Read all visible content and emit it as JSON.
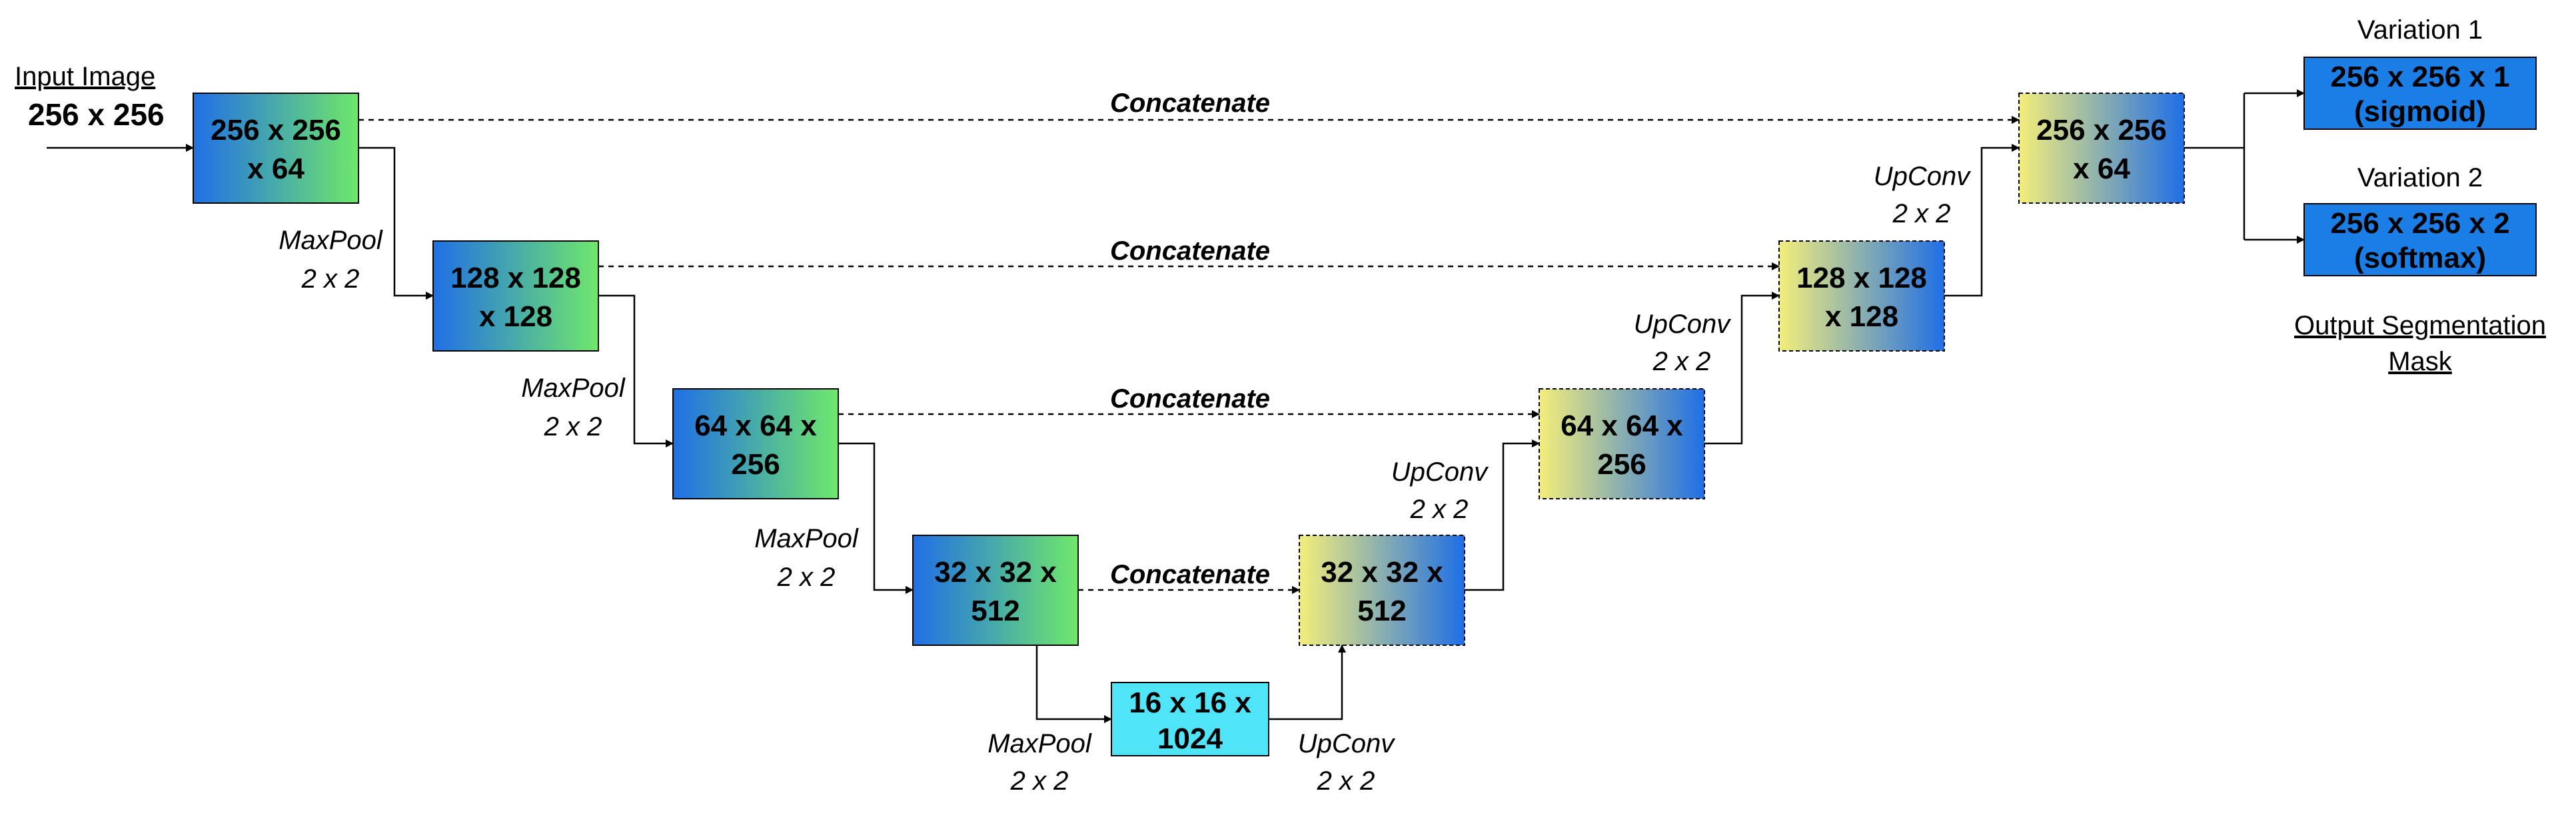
{
  "input": {
    "label": "Input Image",
    "size": "256 x 256"
  },
  "encoder": [
    {
      "line1": "256 x 256",
      "line2": "x 64"
    },
    {
      "line1": "128 x 128",
      "line2": "x 128"
    },
    {
      "line1": "64 x 64 x",
      "line2": "256"
    },
    {
      "line1": "32 x 32 x",
      "line2": "512"
    }
  ],
  "bottleneck": {
    "line1": "16 x 16 x",
    "line2": "1024"
  },
  "decoder": [
    {
      "line1": "32 x 32 x",
      "line2": "512"
    },
    {
      "line1": "64 x 64 x",
      "line2": "256"
    },
    {
      "line1": "128 x 128",
      "line2": "x 128"
    },
    {
      "line1": "256 x 256",
      "line2": "x 64"
    }
  ],
  "ops": {
    "maxpool": "MaxPool",
    "upconv": "UpConv",
    "kernel": "2 x 2",
    "concatenate": "Concatenate"
  },
  "outputs": [
    {
      "title": "Variation 1",
      "line1": "256 x 256 x 1",
      "line2": "(sigmoid)"
    },
    {
      "title": "Variation 2",
      "line1": "256 x 256 x 2",
      "line2": "(softmax)"
    }
  ],
  "output_caption": {
    "line1": "Output Segmentation",
    "line2": "Mask"
  },
  "colors": {
    "encoder_start": "#1f6fe6",
    "encoder_end": "#6fe86a",
    "decoder_start": "#f4ee7a",
    "decoder_end": "#1f6fe6",
    "bottleneck": "#4fe4f7",
    "output": "#1a7ee6"
  }
}
